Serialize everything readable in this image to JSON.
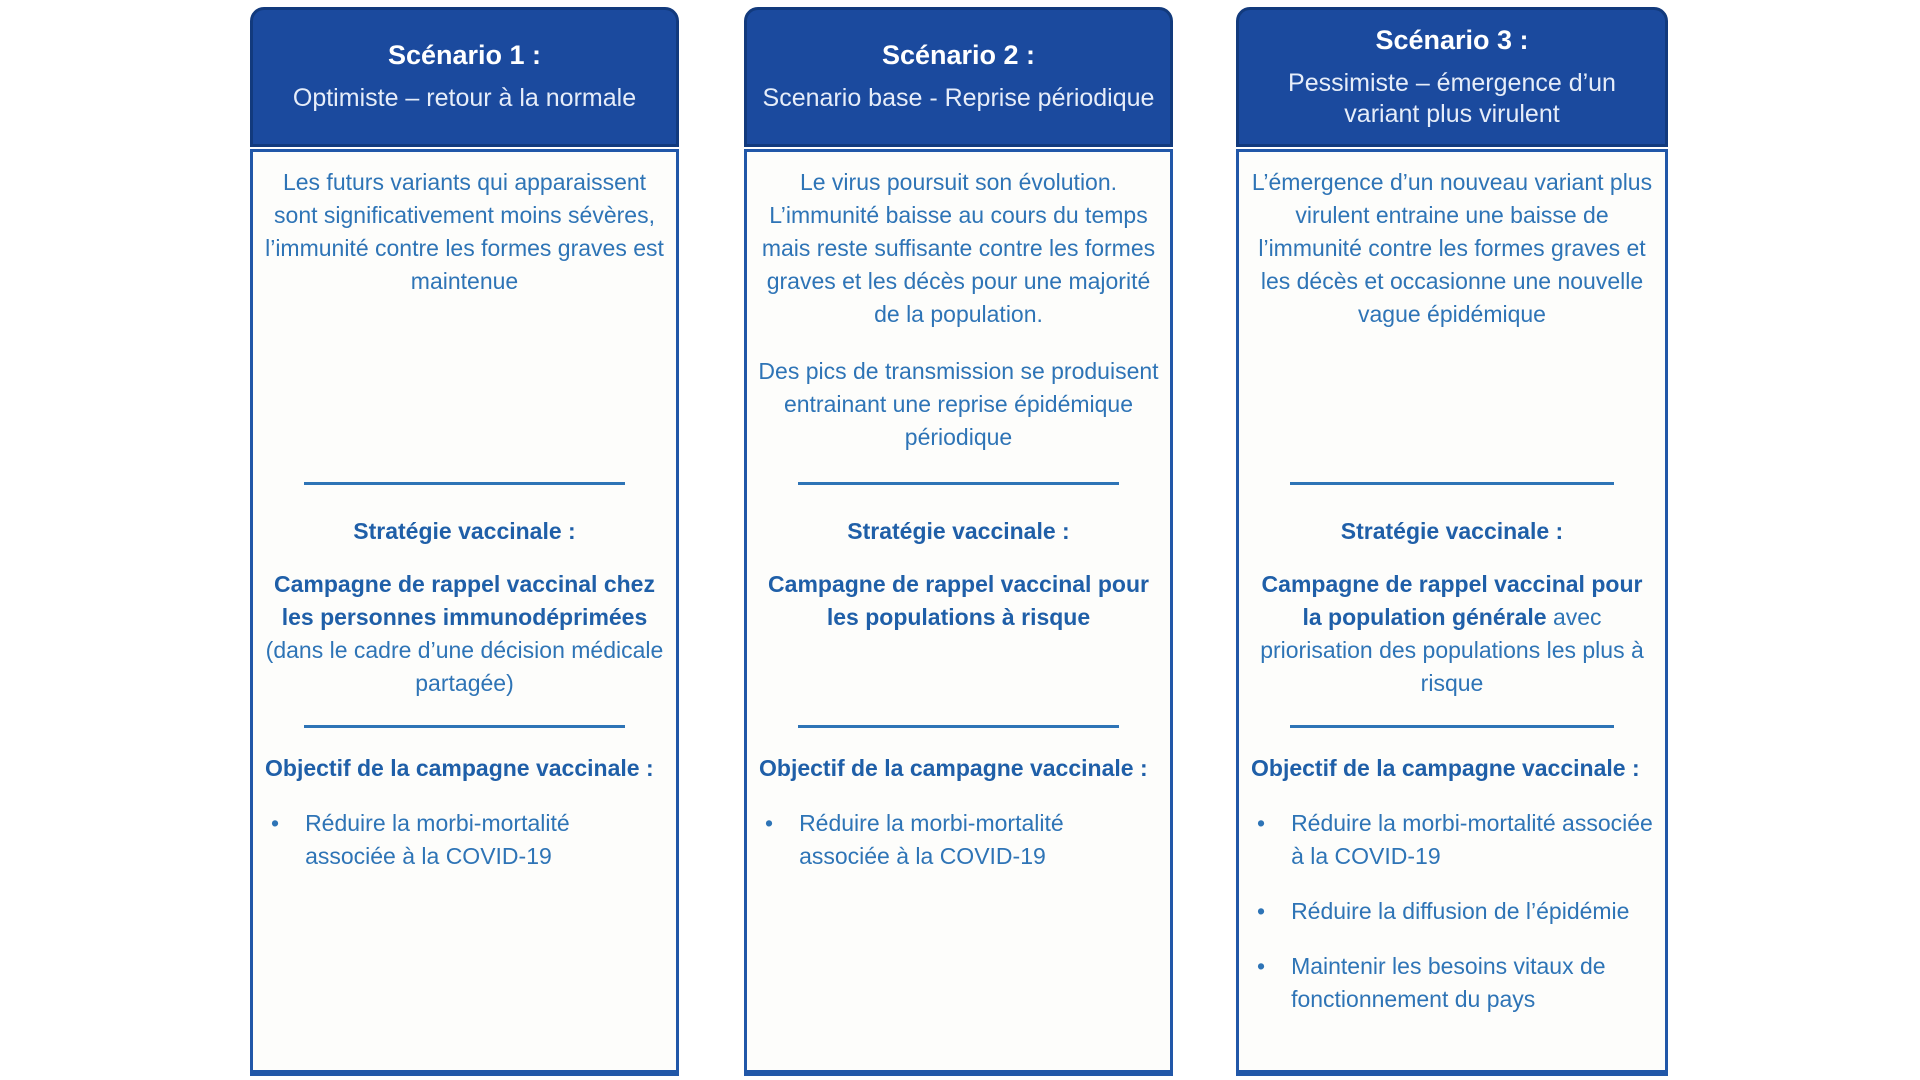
{
  "bullet_glyph": "•",
  "colors": {
    "header_fill": "#1B4A9E",
    "header_border": "#123A7D",
    "header_text": "#FFFFFF",
    "subtitle_text": "#E6EDF9",
    "body_background": "#FDFDFB",
    "body_border": "#2157A8",
    "text_regular": "#2E74B6",
    "text_bold": "#1F5FA8",
    "divider": "#2E74B6"
  },
  "cards": [
    {
      "title": "Scénario 1 :",
      "subtitle": "Optimiste – retour à la normale",
      "intro": [
        "Les futurs variants qui apparaissent sont significativement moins sévères, l’immunité contre les formes graves est maintenue"
      ],
      "strategy_heading": "Stratégie vaccinale :",
      "strategy_bold": "Campagne de rappel vaccinal chez les personnes immunodéprimées",
      "strategy_regular": "(dans le cadre d’une décision médicale partagée)",
      "objective_heading": "Objectif de la campagne vaccinale :",
      "objectives": [
        "Réduire la morbi-mortalité associée à la COVID-19"
      ]
    },
    {
      "title": "Scénario 2 :",
      "subtitle": "Scenario base - Reprise périodique",
      "intro": [
        "Le virus poursuit son évolution. L’immunité baisse au cours du temps mais reste suffisante contre les formes graves et les décès pour une majorité de la population.",
        "Des pics de transmission se produisent entrainant une reprise épidémique périodique"
      ],
      "strategy_heading": "Stratégie vaccinale :",
      "strategy_bold": "Campagne de rappel vaccinal pour les populations à risque",
      "objective_heading": "Objectif de la campagne vaccinale :",
      "objectives": [
        "Réduire la morbi-mortalité associée à la COVID-19"
      ]
    },
    {
      "title": "Scénario 3 :",
      "subtitle": "Pessimiste – émergence d’un variant plus virulent",
      "intro": [
        "L’émergence d’un nouveau variant plus virulent entraine une baisse de l’immunité contre les formes graves et les décès et occasionne une nouvelle vague épidémique"
      ],
      "strategy_heading": "Stratégie vaccinale :",
      "strategy_bold": "Campagne de rappel vaccinal pour la population générale",
      "strategy_regular": " avec priorisation des populations les plus à risque",
      "objective_heading": "Objectif de la campagne vaccinale :",
      "objectives": [
        "Réduire la morbi-mortalité associée à la COVID-19",
        "Réduire la diffusion de l’épidémie",
        "Maintenir les besoins vitaux de fonctionnement du pays"
      ]
    }
  ]
}
